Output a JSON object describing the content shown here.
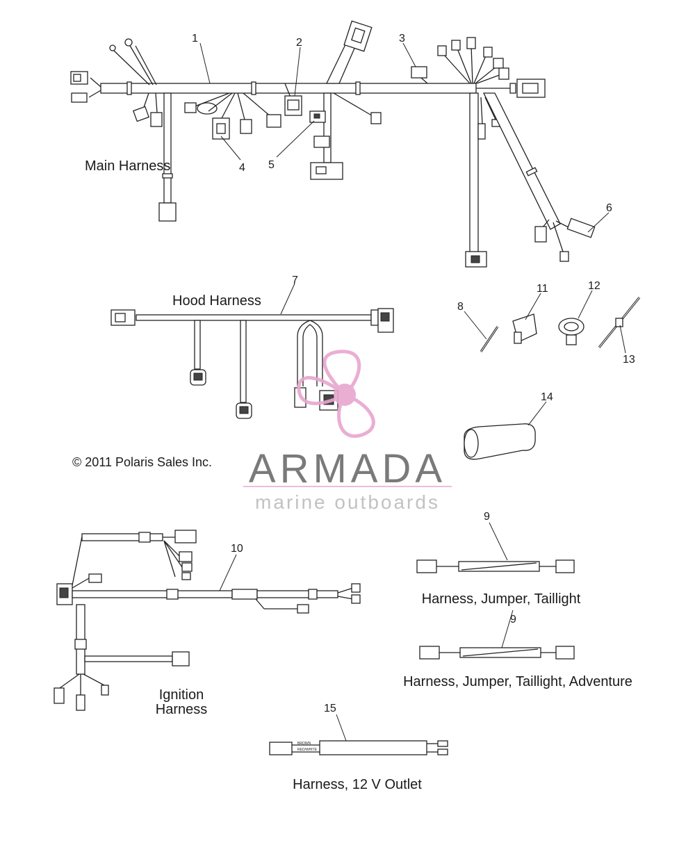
{
  "labels": {
    "main_harness": "Main Harness",
    "hood_harness": "Hood Harness",
    "ignition_harness_line1": "Ignition",
    "ignition_harness_line2": "Harness",
    "jumper_taillight": "Harness, Jumper, Taillight",
    "jumper_taillight_adventure": "Harness, Jumper, Taillight, Adventure",
    "outlet_12v": "Harness, 12 V Outlet",
    "copyright": "© 2011 Polaris Sales Inc.",
    "wire_brown": "BROWN",
    "wire_red_white": "RED/WHITE"
  },
  "callouts": {
    "c1": "1",
    "c2": "2",
    "c3": "3",
    "c4": "4",
    "c5": "5",
    "c6": "6",
    "c7": "7",
    "c8": "8",
    "c9a": "9",
    "c9b": "9",
    "c10": "10",
    "c11": "11",
    "c12": "12",
    "c13": "13",
    "c14": "14",
    "c15": "15"
  },
  "watermark": {
    "brand": "ARMADA",
    "tagline": "marine outboards",
    "propeller_color": "#e8a6cf",
    "text_color": "#7a7a7a",
    "tagline_color": "#c2c2c2"
  }
}
